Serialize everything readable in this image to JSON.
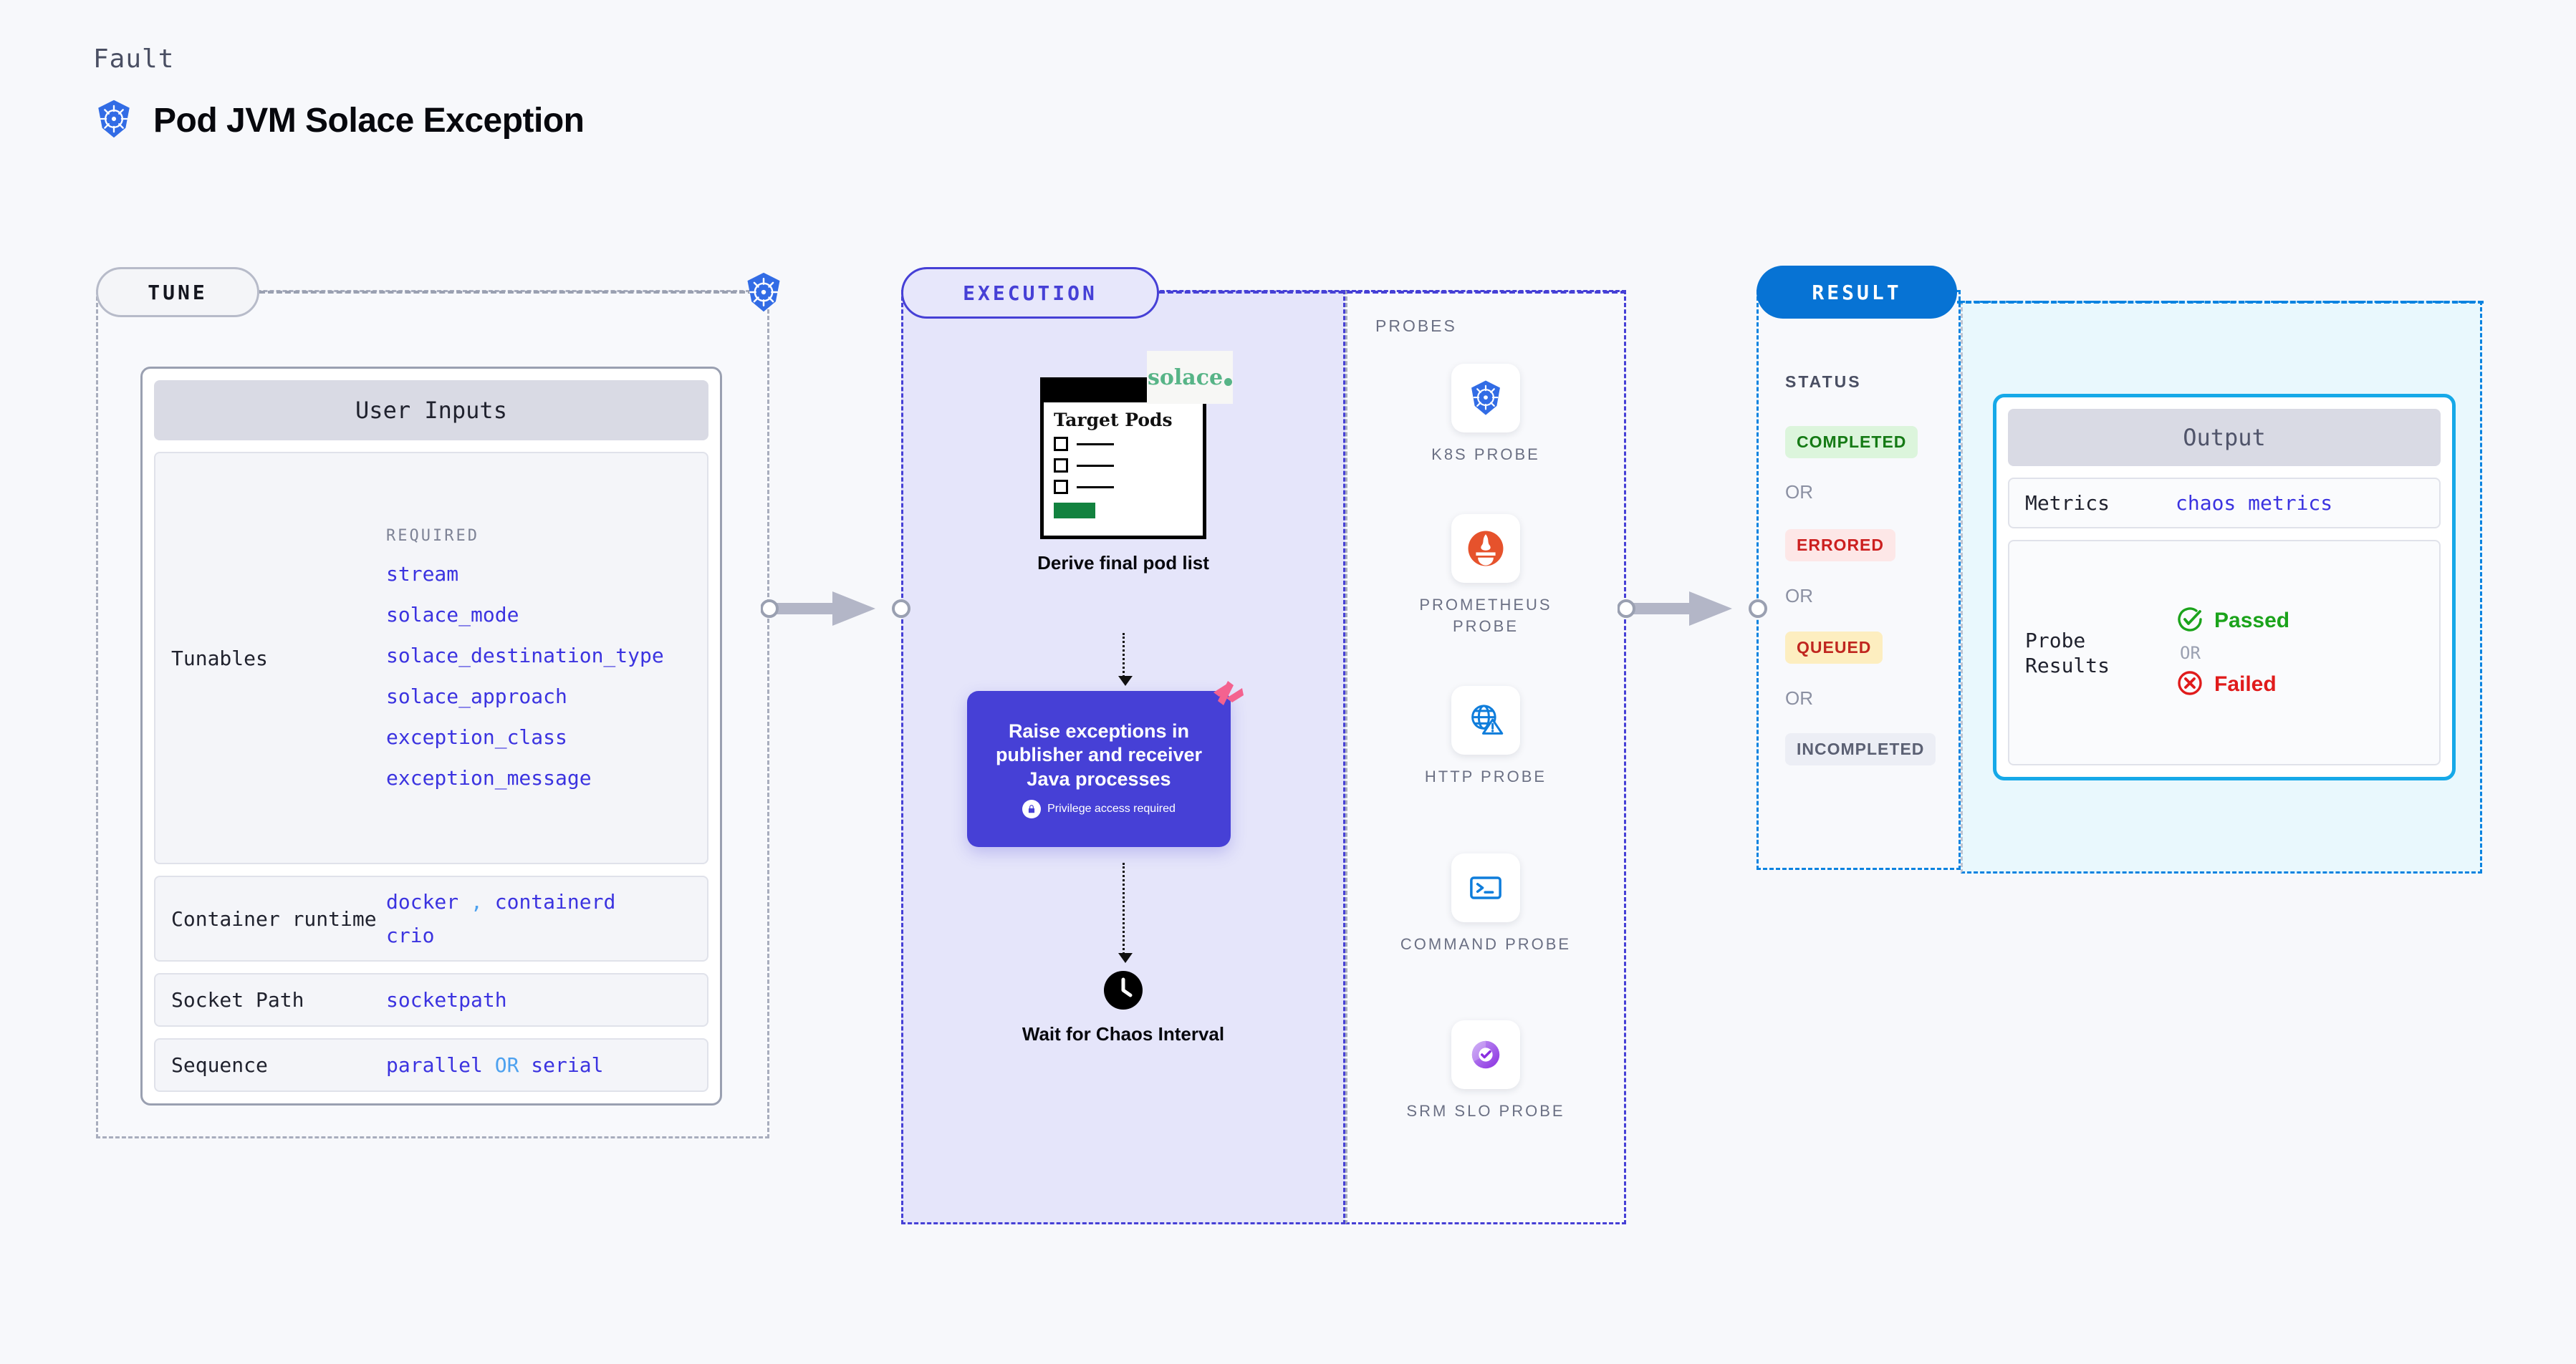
{
  "header": {
    "fault_label": "Fault",
    "title": "Pod JVM Solace Exception",
    "icon": "kubernetes-icon"
  },
  "tune": {
    "pill_label": "TUNE",
    "badge_icon": "kubernetes-icon",
    "user_inputs": {
      "header": "User Inputs",
      "rows": [
        {
          "label": "Tunables",
          "required_label": "REQUIRED",
          "values": [
            "stream",
            "solace_mode",
            "solace_destination_type",
            "solace_approach",
            "exception_class",
            "exception_message"
          ]
        },
        {
          "label": "Container runtime",
          "values_line1": "docker",
          "separator": ",",
          "values_line1b": "containerd",
          "values_line2": "crio"
        },
        {
          "label": "Socket Path",
          "value": "socketpath"
        },
        {
          "label": "Sequence",
          "value_a": "parallel",
          "value_or": "OR",
          "value_b": "serial"
        }
      ]
    }
  },
  "execution": {
    "pill_label": "EXECUTION",
    "derive": {
      "card_title": "Target Pods",
      "brand": "solace",
      "caption": "Derive final pod list"
    },
    "action": {
      "title": "Raise exceptions in publisher and receiver Java processes",
      "privilege_note": "Privilege access required",
      "lock_icon": "lock-icon",
      "corner_icon": "harness-logo-icon"
    },
    "wait": {
      "icon": "clock-icon",
      "caption": "Wait for Chaos Interval"
    }
  },
  "probes": {
    "title": "PROBES",
    "items": [
      {
        "label": "K8S PROBE",
        "icon": "kubernetes-icon"
      },
      {
        "label": "PROMETHEUS PROBE",
        "icon": "prometheus-icon"
      },
      {
        "label": "HTTP PROBE",
        "icon": "http-globe-warning-icon"
      },
      {
        "label": "COMMAND PROBE",
        "icon": "terminal-icon"
      },
      {
        "label": "SRM SLO PROBE",
        "icon": "srm-slo-icon"
      }
    ]
  },
  "result": {
    "pill_label": "RESULT",
    "status_title": "STATUS",
    "or_label": "OR",
    "statuses": [
      {
        "label": "COMPLETED",
        "bg": "#dcf5dc",
        "fg": "#157a15"
      },
      {
        "label": "ERRORED",
        "bg": "#fde7e7",
        "fg": "#cc1f1f"
      },
      {
        "label": "QUEUED",
        "bg": "#fdeec0",
        "fg": "#c0261f"
      },
      {
        "label": "INCOMPLETED",
        "bg": "#eceef5",
        "fg": "#5b6073"
      }
    ]
  },
  "output": {
    "header": "Output",
    "metrics_label": "Metrics",
    "metrics_value": "chaos metrics",
    "probe_results_label": "Probe Results",
    "passed_label": "Passed",
    "failed_label": "Failed",
    "or_label": "OR",
    "passed_icon": "check-circle-icon",
    "failed_icon": "x-circle-icon"
  },
  "colors": {
    "accent_purple": "#4640d6",
    "accent_blue": "#0773d4",
    "tune_gray": "#a8adbd",
    "output_cyan": "#16a9e8",
    "code_blue": "#3b33e0"
  }
}
